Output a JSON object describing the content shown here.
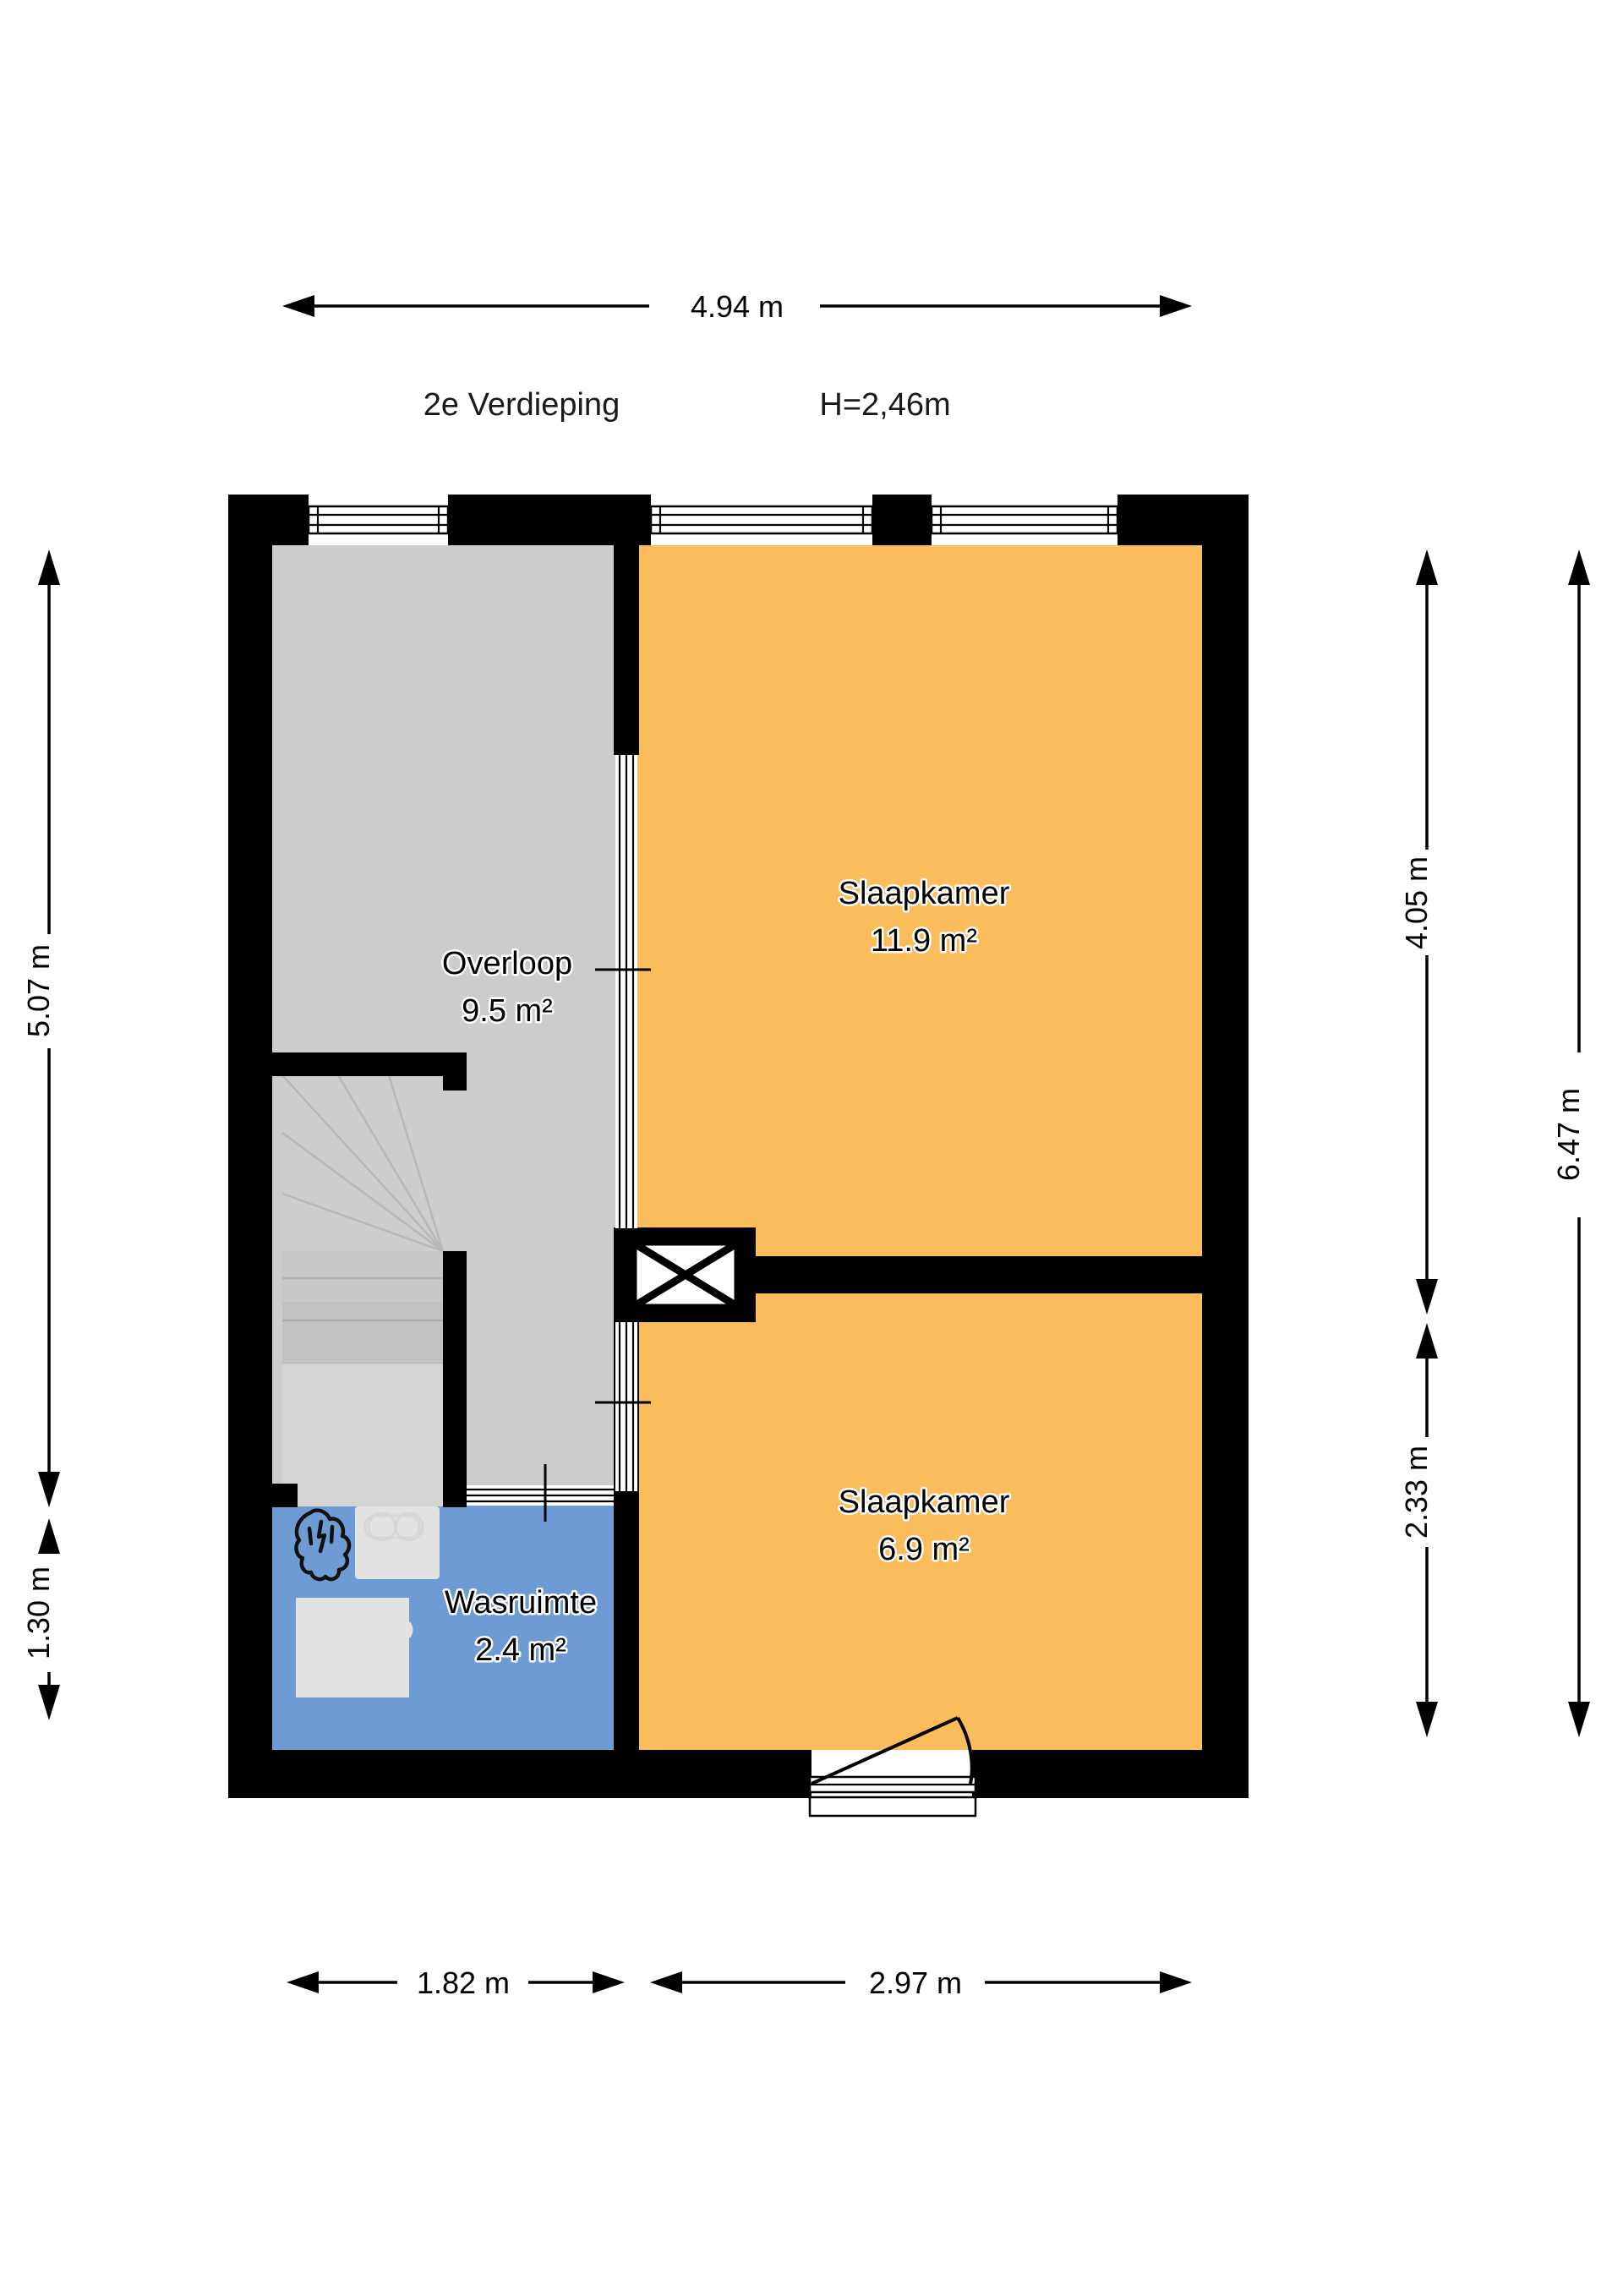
{
  "plan": {
    "title": "2e Verdieping",
    "height_note": "H=2,46m",
    "colors": {
      "bedroom": "#FBBC5C",
      "hall": "#CCCCCC",
      "laundry": "#6E9BD4",
      "wall": "#000000",
      "fixture": "#E0E0E0",
      "background": "#FFFFFF"
    }
  },
  "dimensions": {
    "top": [
      {
        "label": "4.94 m"
      }
    ],
    "bottom": [
      {
        "label": "1.82 m"
      },
      {
        "label": "2.97 m"
      }
    ],
    "left": [
      {
        "label": "5.07 m"
      },
      {
        "label": "1.30 m"
      }
    ],
    "right_inner": [
      {
        "label": "4.05 m"
      },
      {
        "label": "2.33 m"
      }
    ],
    "right_outer": [
      {
        "label": "6.47 m"
      }
    ]
  },
  "rooms": [
    {
      "id": "overloop",
      "name": "Overloop",
      "area": "9.5 m²"
    },
    {
      "id": "slaapkamer-1",
      "name": "Slaapkamer",
      "area": "11.9 m²"
    },
    {
      "id": "slaapkamer-2",
      "name": "Slaapkamer",
      "area": "6.9 m²"
    },
    {
      "id": "wasruimte",
      "name": "Wasruimte",
      "area": "2.4 m²"
    }
  ],
  "icons": {
    "boiler": "boiler-flame-icon",
    "washing_machine": "washing-machine-icon",
    "cabinet": "cabinet-icon",
    "stairs": "stairs-icon",
    "closet": "closet-icon",
    "door": "door-icon",
    "window": "window-icon"
  }
}
